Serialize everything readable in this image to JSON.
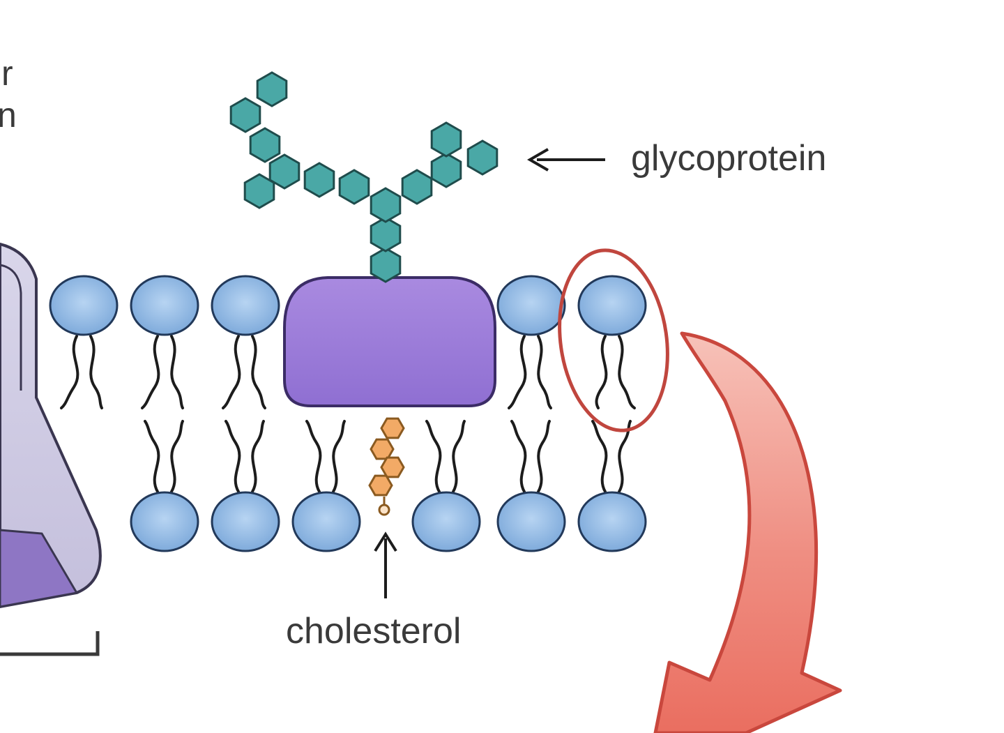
{
  "labels": {
    "glycoprotein": "glycoprotein",
    "cholesterol": "cholesterol",
    "cut_top_line1": "r",
    "cut_top_line2": "n"
  },
  "colors": {
    "phospholipid_head": "#8fb8e4",
    "phospholipid_head_outline": "#22395a",
    "tail": "#1c1c1c",
    "protein": "#9b78d8",
    "carbohydrate_hexagon": "#4aa8a6",
    "cholesterol_ring": "#f2aa66",
    "highlight_circle": "#c0463e",
    "big_arrow": "#ee7a6c",
    "partial_protein": "#d4d0e6",
    "label_text": "#3a3a3a"
  },
  "icons": {
    "glycoprotein_pointer": "arrow-left",
    "cholesterol_pointer": "arrow-up",
    "zoom_indicator": "curved-arrow-down"
  }
}
